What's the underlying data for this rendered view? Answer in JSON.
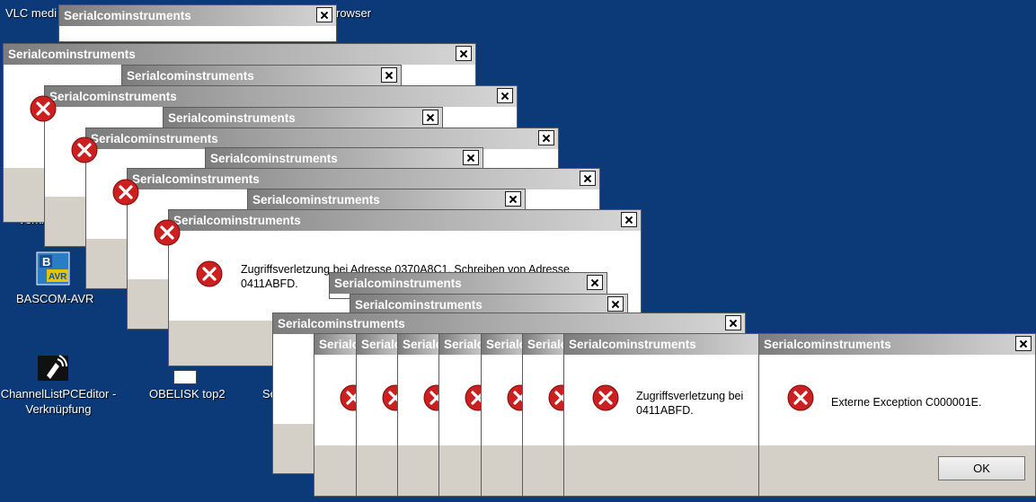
{
  "desktop": {
    "icons": [
      {
        "label": "VLC medi"
      },
      {
        "label": "rowser"
      },
      {
        "label": "Verkn"
      },
      {
        "label": "BASCOM-AVR"
      },
      {
        "label": "ChannelListPCEditor -\nVerknüpfung"
      },
      {
        "label": "OBELISK top2"
      },
      {
        "label": "Se"
      }
    ]
  },
  "dialog": {
    "title": "Serialcominstruments",
    "short_title": "Serialc",
    "message_access": "Zugriffsverletzung bei Adresse 0370A8C1. Schreiben von Adresse",
    "message_access_line2": "0411ABFD.",
    "message_access_cut": "Zugriffsverletzung bei",
    "message_exception": "Externe Exception C000001E.",
    "ok_label": "OK"
  },
  "colors": {
    "desktop_bg": "#0c3a78",
    "error_red": "#cc1f1f",
    "footer_gray": "#d4d0c8"
  }
}
